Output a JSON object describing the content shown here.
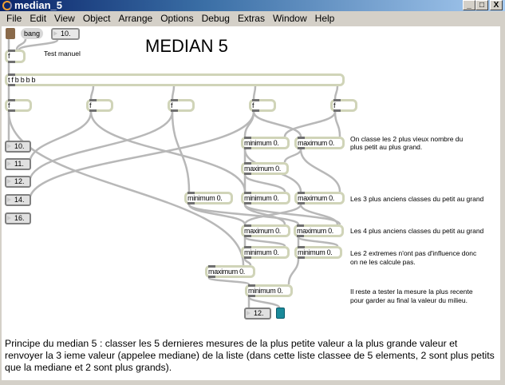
{
  "window": {
    "title": "median_5",
    "min": "_",
    "max": "□",
    "close": "X"
  },
  "menu": [
    "File",
    "Edit",
    "View",
    "Object",
    "Arrange",
    "Options",
    "Debug",
    "Extras",
    "Window",
    "Help"
  ],
  "patch": {
    "title": "MEDIAN 5",
    "bang_msg": "bang",
    "input_number": "10.",
    "test_label": "Test manuel",
    "f_top": "f",
    "trigger": "t f b b b b",
    "f_boxes": [
      "f",
      "f",
      "f",
      "f",
      "f"
    ],
    "history_numbers": [
      "10.",
      "11.",
      "12.",
      "14.",
      "16."
    ],
    "objects": {
      "min1": "minimum 0.",
      "max1": "maximum 0.",
      "max2": "maximum 0.",
      "min2": "minimum 0.",
      "min3": "minimum 0.",
      "max3": "maximum 0.",
      "max4": "maximum 0.",
      "max5": "maximum 0.",
      "min4": "minimum 0.",
      "min5": "minimum 0.",
      "max6": "maximum 0.",
      "min6": "minimum 0."
    },
    "output_number": "12.",
    "comments": [
      "On classe les 2 plus vieux nombre du",
      "plus petit au plus grand.",
      "Les 3 plus anciens classes du petit au grand",
      "Les 4 plus anciens classes du petit au grand",
      "Les 2 extremes n'ont pas d'influence donc",
      "on ne les calcule pas.",
      "Il reste a tester la mesure la plus recente",
      "pour garder au final la valeur du milieu."
    ],
    "description": "Principe du median 5 : classer les 5 dernieres mesures de la plus petite valeur a la plus grande valeur et renvoyer la 3 ieme valeur (appelee mediane) de la liste (dans cette liste classee de 5 elements, 2 sont plus petits que la mediane et 2 sont plus grands)."
  }
}
